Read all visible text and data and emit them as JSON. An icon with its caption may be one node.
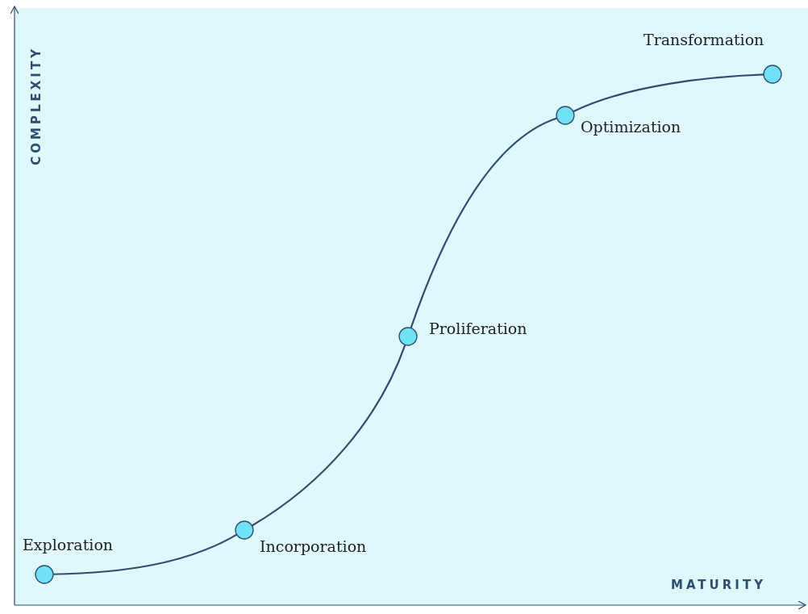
{
  "diagram": {
    "nodes": [
      {
        "text": [],
        "shape": "circle",
        "beside": [
          "Exploration"
        ]
      },
      {
        "text": [],
        "shape": "circle",
        "beside": [
          "Incorporation"
        ]
      },
      {
        "text": [],
        "shape": "circle",
        "beside": [
          "Proliferation"
        ]
      },
      {
        "text": [],
        "shape": "circle",
        "beside": [
          "Optimization"
        ]
      },
      {
        "text": [],
        "shape": "circle",
        "beside": [
          "Transformation"
        ]
      }
    ],
    "edges": [
      {
        "from": 0,
        "to": 1,
        "arrow": "none"
      },
      {
        "from": 1,
        "to": 2,
        "arrow": "none"
      },
      {
        "from": 2,
        "to": 3,
        "arrow": "none"
      },
      {
        "from": 3,
        "to": 4,
        "arrow": "none"
      }
    ],
    "labels": [
      "COMPLEXITY",
      "MATURITY"
    ]
  }
}
